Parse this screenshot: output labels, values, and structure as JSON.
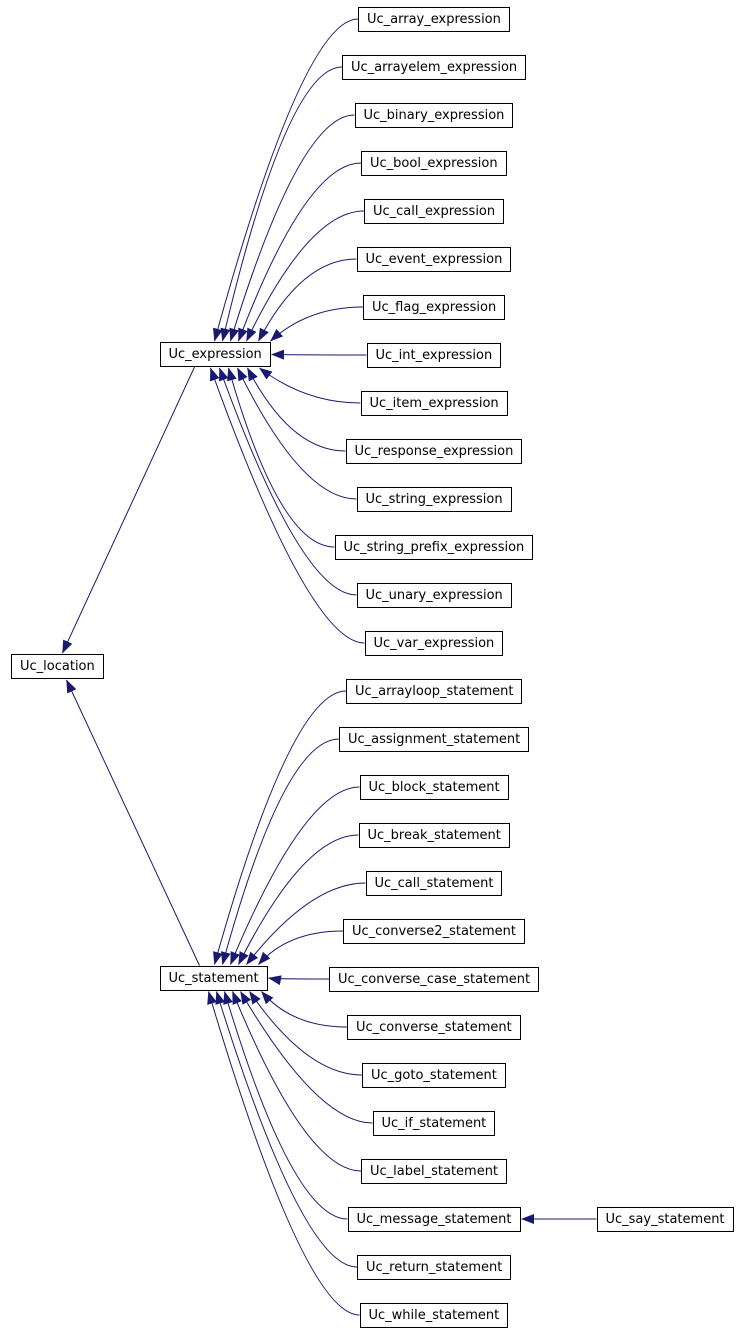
{
  "diagram": {
    "kind": "class-inheritance-graph",
    "style": {
      "background": "#ffffff",
      "edge_color": "#191970",
      "box_border_color": "#000000",
      "box_fill_color": "#ffffff",
      "box_text_color": "#000000"
    },
    "nodes": [
      {
        "id": "uc_location",
        "label": "Uc_location"
      },
      {
        "id": "uc_expression",
        "label": "Uc_expression"
      },
      {
        "id": "uc_array_expression",
        "label": "Uc_array_expression"
      },
      {
        "id": "uc_arrayelem_expression",
        "label": "Uc_arrayelem_expression"
      },
      {
        "id": "uc_binary_expression",
        "label": "Uc_binary_expression"
      },
      {
        "id": "uc_bool_expression",
        "label": "Uc_bool_expression"
      },
      {
        "id": "uc_call_expression",
        "label": "Uc_call_expression"
      },
      {
        "id": "uc_event_expression",
        "label": "Uc_event_expression"
      },
      {
        "id": "uc_flag_expression",
        "label": "Uc_flag_expression"
      },
      {
        "id": "uc_int_expression",
        "label": "Uc_int_expression"
      },
      {
        "id": "uc_item_expression",
        "label": "Uc_item_expression"
      },
      {
        "id": "uc_response_expression",
        "label": "Uc_response_expression"
      },
      {
        "id": "uc_string_expression",
        "label": "Uc_string_expression"
      },
      {
        "id": "uc_string_prefix_expression",
        "label": "Uc_string_prefix_expression"
      },
      {
        "id": "uc_unary_expression",
        "label": "Uc_unary_expression"
      },
      {
        "id": "uc_var_expression",
        "label": "Uc_var_expression"
      },
      {
        "id": "uc_statement",
        "label": "Uc_statement"
      },
      {
        "id": "uc_arrayloop_statement",
        "label": "Uc_arrayloop_statement"
      },
      {
        "id": "uc_assignment_statement",
        "label": "Uc_assignment_statement"
      },
      {
        "id": "uc_block_statement",
        "label": "Uc_block_statement"
      },
      {
        "id": "uc_break_statement",
        "label": "Uc_break_statement"
      },
      {
        "id": "uc_call_statement",
        "label": "Uc_call_statement"
      },
      {
        "id": "uc_converse2_statement",
        "label": "Uc_converse2_statement"
      },
      {
        "id": "uc_converse_case_statement",
        "label": "Uc_converse_case_statement"
      },
      {
        "id": "uc_converse_statement",
        "label": "Uc_converse_statement"
      },
      {
        "id": "uc_goto_statement",
        "label": "Uc_goto_statement"
      },
      {
        "id": "uc_if_statement",
        "label": "Uc_if_statement"
      },
      {
        "id": "uc_label_statement",
        "label": "Uc_label_statement"
      },
      {
        "id": "uc_message_statement",
        "label": "Uc_message_statement"
      },
      {
        "id": "uc_return_statement",
        "label": "Uc_return_statement"
      },
      {
        "id": "uc_while_statement",
        "label": "Uc_while_statement"
      },
      {
        "id": "uc_say_statement",
        "label": "Uc_say_statement"
      }
    ],
    "edges": [
      {
        "from": "uc_expression",
        "to": "uc_location"
      },
      {
        "from": "uc_statement",
        "to": "uc_location"
      },
      {
        "from": "uc_array_expression",
        "to": "uc_expression"
      },
      {
        "from": "uc_arrayelem_expression",
        "to": "uc_expression"
      },
      {
        "from": "uc_binary_expression",
        "to": "uc_expression"
      },
      {
        "from": "uc_bool_expression",
        "to": "uc_expression"
      },
      {
        "from": "uc_call_expression",
        "to": "uc_expression"
      },
      {
        "from": "uc_event_expression",
        "to": "uc_expression"
      },
      {
        "from": "uc_flag_expression",
        "to": "uc_expression"
      },
      {
        "from": "uc_int_expression",
        "to": "uc_expression"
      },
      {
        "from": "uc_item_expression",
        "to": "uc_expression"
      },
      {
        "from": "uc_response_expression",
        "to": "uc_expression"
      },
      {
        "from": "uc_string_expression",
        "to": "uc_expression"
      },
      {
        "from": "uc_string_prefix_expression",
        "to": "uc_expression"
      },
      {
        "from": "uc_unary_expression",
        "to": "uc_expression"
      },
      {
        "from": "uc_var_expression",
        "to": "uc_expression"
      },
      {
        "from": "uc_arrayloop_statement",
        "to": "uc_statement"
      },
      {
        "from": "uc_assignment_statement",
        "to": "uc_statement"
      },
      {
        "from": "uc_block_statement",
        "to": "uc_statement"
      },
      {
        "from": "uc_break_statement",
        "to": "uc_statement"
      },
      {
        "from": "uc_call_statement",
        "to": "uc_statement"
      },
      {
        "from": "uc_converse2_statement",
        "to": "uc_statement"
      },
      {
        "from": "uc_converse_case_statement",
        "to": "uc_statement"
      },
      {
        "from": "uc_converse_statement",
        "to": "uc_statement"
      },
      {
        "from": "uc_goto_statement",
        "to": "uc_statement"
      },
      {
        "from": "uc_if_statement",
        "to": "uc_statement"
      },
      {
        "from": "uc_label_statement",
        "to": "uc_statement"
      },
      {
        "from": "uc_message_statement",
        "to": "uc_statement"
      },
      {
        "from": "uc_return_statement",
        "to": "uc_statement"
      },
      {
        "from": "uc_while_statement",
        "to": "uc_statement"
      },
      {
        "from": "uc_say_statement",
        "to": "uc_message_statement"
      }
    ]
  }
}
